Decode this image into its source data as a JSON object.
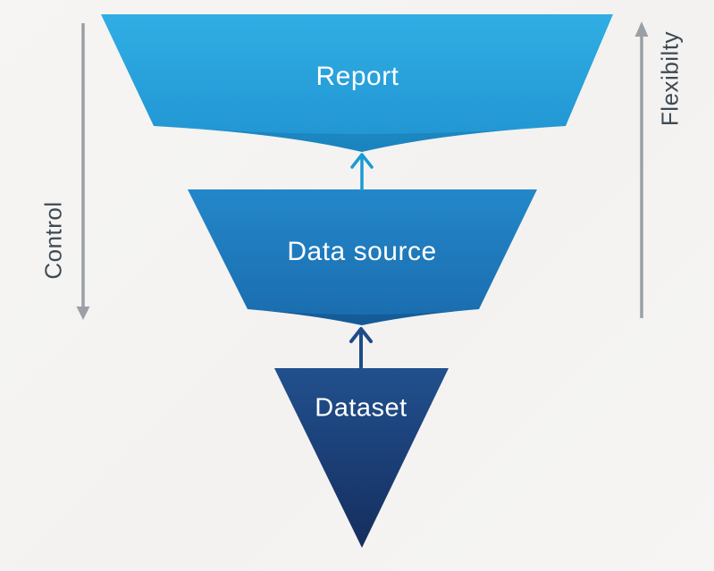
{
  "background_color": "#f5f4f2",
  "text_color": "#ffffff",
  "side_label_color": "#3d4a55",
  "side_arrow_color": "#9aa0a6",
  "funnel": {
    "layers": [
      {
        "label": "Report",
        "gradient_top": "#30aee4",
        "gradient_bottom": "#2093d1"
      },
      {
        "label": "Data source",
        "gradient_top": "#2387c9",
        "gradient_bottom": "#1a6cae"
      },
      {
        "label": "Dataset",
        "gradient_top": "#21508e",
        "gradient_bottom": "#152e5e"
      }
    ],
    "connector_arrows": [
      {
        "from": "Data source",
        "to": "Report",
        "direction": "up",
        "color": "#1a9ad5"
      },
      {
        "from": "Dataset",
        "to": "Data source",
        "direction": "up",
        "color": "#1d4c8a"
      }
    ]
  },
  "axes": {
    "left": {
      "label": "Control",
      "arrow_direction": "down"
    },
    "right": {
      "label": "Flexibilty",
      "arrow_direction": "up"
    }
  }
}
